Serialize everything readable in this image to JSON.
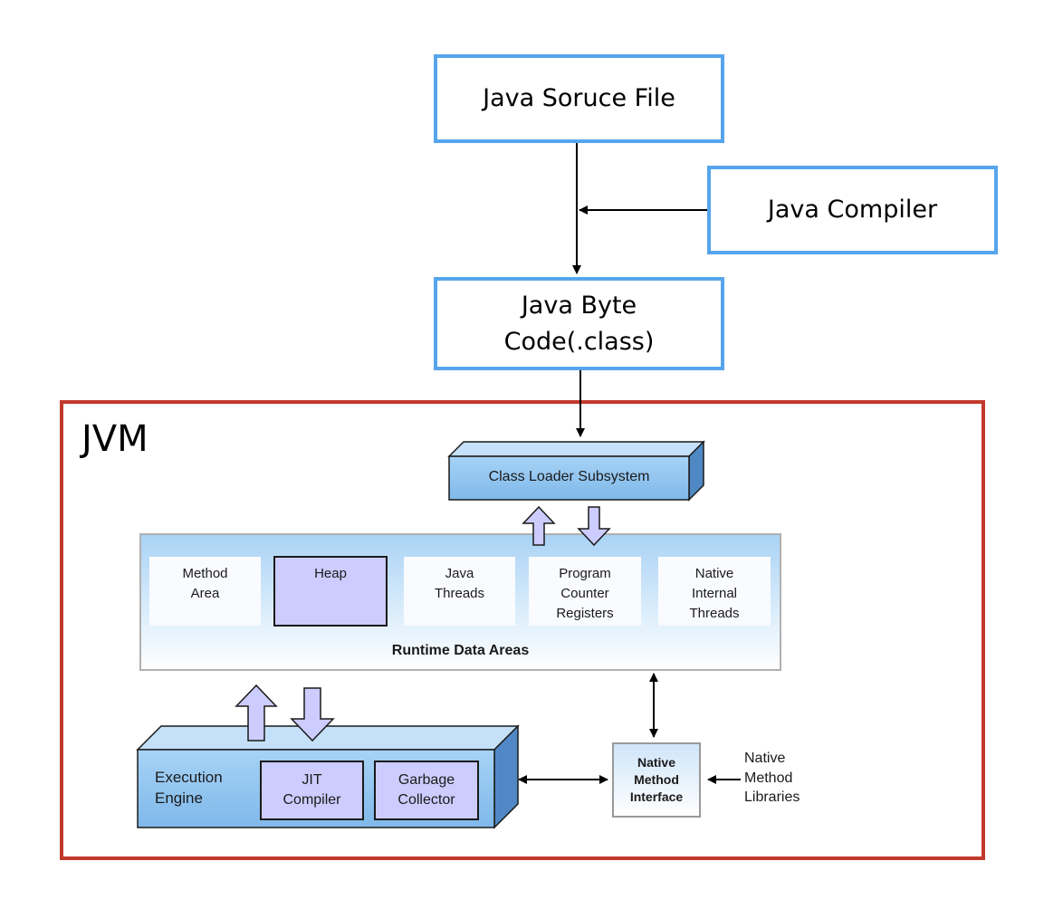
{
  "flow": {
    "source_file": "Java Soruce File",
    "compiler": "Java Compiler",
    "byte_code": "Java Byte\nCode(.class)"
  },
  "jvm": {
    "title": "JVM",
    "class_loader": "Class Loader Subsystem",
    "runtime": {
      "title": "Runtime Data Areas",
      "areas": [
        "Method\nArea",
        "Heap",
        "Java\nThreads",
        "Program\nCounter\nRegisters",
        "Native\nInternal\nThreads"
      ]
    },
    "execution": {
      "label": "Execution\nEngine",
      "jit": "JIT\nCompiler",
      "gc": "Garbage\nCollector"
    },
    "native_interface": "Native\nMethod\nInterface",
    "native_libraries": "Native\nMethod\nLibraries"
  },
  "colors": {
    "flow_border": "#56a5ec",
    "jvm_border": "#c0392b",
    "block_blue": "#8ec4ef",
    "lavender": "#ccccff"
  }
}
